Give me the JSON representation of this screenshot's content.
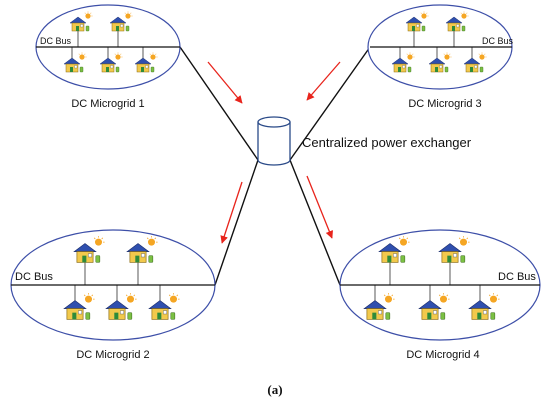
{
  "diagram": {
    "center": {
      "label": "Centralized power exchanger"
    },
    "microgrids": [
      {
        "label": "DC Microgrid 1",
        "bus_label": "DC Bus"
      },
      {
        "label": "DC Microgrid 3",
        "bus_label": "DC Bus"
      },
      {
        "label": "DC Microgrid 2",
        "bus_label": "DC Bus"
      },
      {
        "label": "DC Microgrid 4",
        "bus_label": "DC Bus"
      }
    ],
    "caption": "(a)"
  },
  "colors": {
    "arrow": "#e8241c",
    "ellipse_stroke": "#3d4fa8",
    "line": "#111111",
    "cylinder_stroke": "#2a4a88"
  }
}
